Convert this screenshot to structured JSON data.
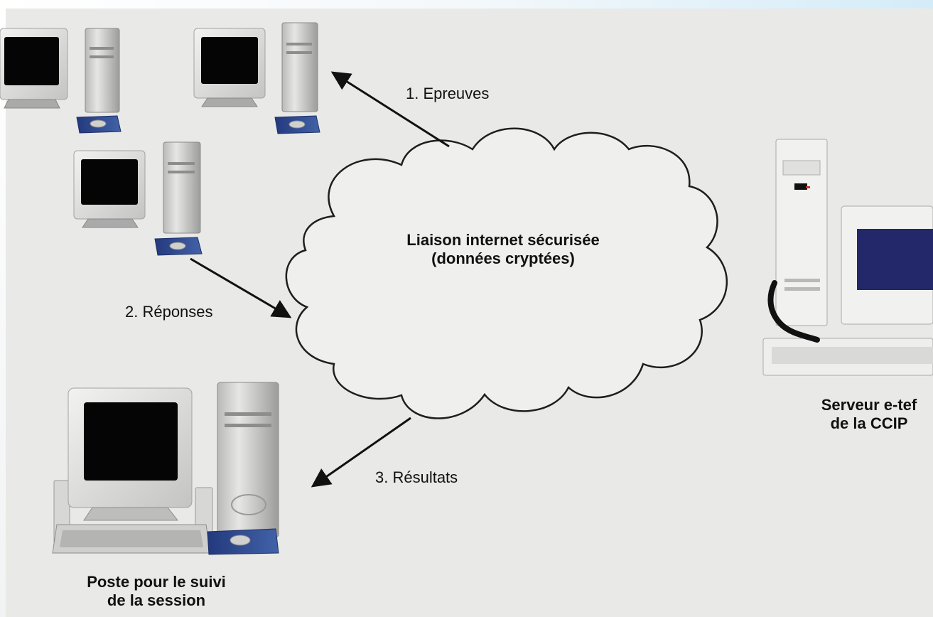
{
  "arrows": {
    "epreuves": "1. Epreuves",
    "reponses": "2. Réponses",
    "resultats": "3. Résultats"
  },
  "cloud": {
    "line1": "Liaison internet sécurisée",
    "line2": "(données cryptées)"
  },
  "server": {
    "line1": "Serveur e-tef",
    "line2": "de la CCIP"
  },
  "monitor_station": {
    "line1": "Poste pour le suivi",
    "line2": "de la session"
  },
  "colors": {
    "background": "#e9e9e7",
    "screen": "#050505",
    "server_screen": "#23286a",
    "mousepad": "#2f4a93",
    "text": "#111111"
  }
}
